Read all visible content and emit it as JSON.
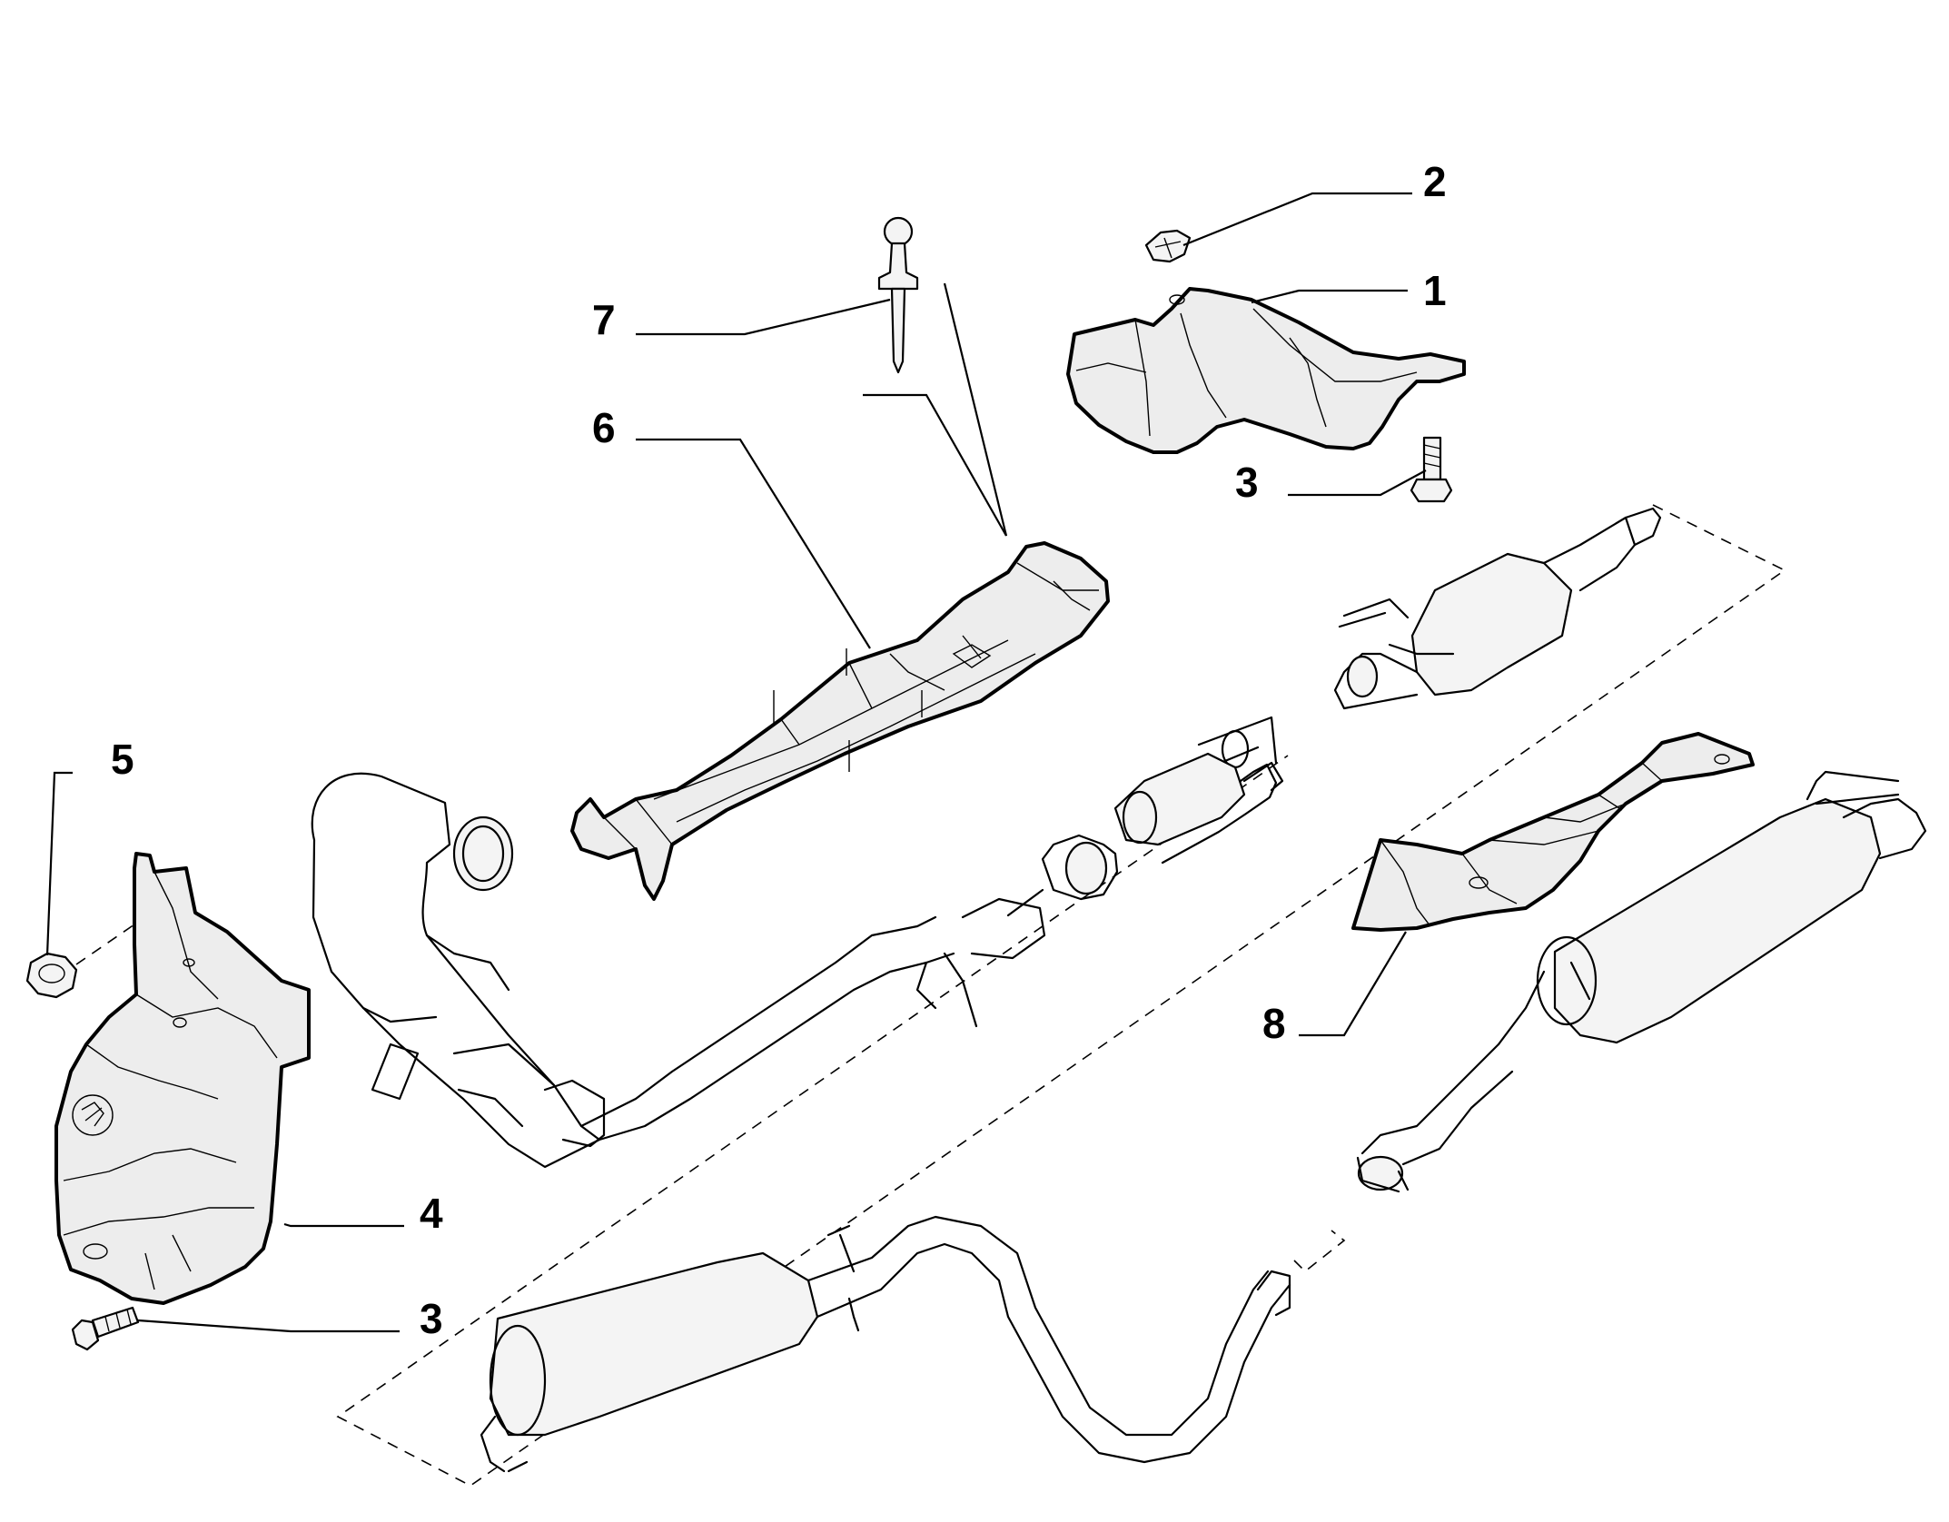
{
  "callouts": {
    "c1": "1",
    "c2": "2",
    "c3a": "3",
    "c3b": "3",
    "c4": "4",
    "c5": "5",
    "c6": "6",
    "c7": "7",
    "c8": "8"
  }
}
